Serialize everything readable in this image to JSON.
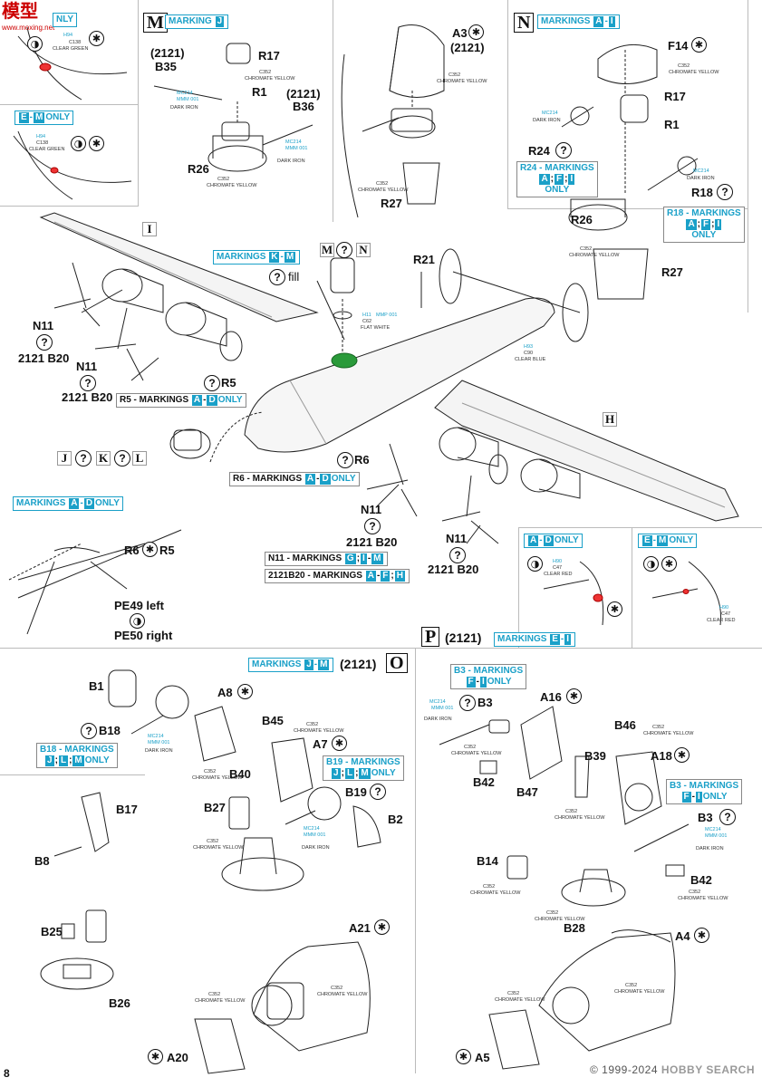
{
  "watermark": {
    "cn": "模型",
    "site": "www.moxing.net"
  },
  "page_number": "8",
  "footer": {
    "brand": "HOBBY SEARCH",
    "prefix": "© 1999-2024 "
  },
  "sections": {
    "M": "M",
    "N": "N",
    "I": "I",
    "H": "H",
    "O": "O",
    "P": "P",
    "J": "J",
    "K": "K",
    "L": "L"
  },
  "top_left": {
    "only_text": "NLY",
    "color_c138": "C138",
    "color_c138_name": "CLEAR GREEN",
    "em_only": "E - M ONLY",
    "em_e": "E",
    "em_m": "M",
    "em_only_word": "ONLY",
    "c138b": "C138",
    "c138b_name": "CLEAR GREEN",
    "h94": "H94"
  },
  "m_sec": {
    "marking": "MARKING",
    "marking_letter": "J",
    "p2121a": "(2121)",
    "b35": "B35",
    "r17": "R17",
    "c352a": "C352",
    "c352a_name": "CHROMATE YELLOW",
    "r1": "R1",
    "p2121b": "(2121)",
    "b36": "B36",
    "mc214a": "MC214",
    "mmm001a": "MMM 001",
    "dark_iron_a": "DARK IRON",
    "mc214b": "MC214",
    "mmm001b": "MMM 001",
    "dark_iron_b": "DARK IRON",
    "r26": "R26",
    "c352b": "C352",
    "c352b_name": "CHROMATE YELLOW"
  },
  "a3_sec": {
    "a3": "A3",
    "p2121": "(2121)",
    "c352a": "C352",
    "c352a_name": "CHROMATE YELLOW",
    "c352b": "C352",
    "c352b_name": "CHROMATE YELLOW",
    "r27": "R27"
  },
  "n_sec": {
    "markings": "MARKINGS",
    "a": "A",
    "i": "I",
    "f14": "F14",
    "c352a": "C352",
    "c352a_name": "CHROMATE YELLOW",
    "r17": "R17",
    "mc214": "MC214",
    "dark_iron": "DARK IRON",
    "r1": "R1",
    "r24": "R24",
    "r24_mark": "R24 - MARKINGS",
    "r24_a": "A",
    "r24_f": "F",
    "r24_i": "I",
    "r24_only": "ONLY",
    "mc214b": "MC214",
    "dark_iron_b": "DARK IRON",
    "r18": "R18",
    "r18_mark": "R18 - MARKINGS",
    "r18_a": "A",
    "r18_f": "F",
    "r18_i": "I",
    "r18_only": "ONLY",
    "r26": "R26",
    "c352b": "C352",
    "c352b_name": "CHROMATE YELLOW",
    "r27": "R27"
  },
  "main": {
    "markings_km": "MARKINGS",
    "k": "K",
    "m": "M",
    "fill": "fill",
    "mn_m": "M",
    "mn_n": "N",
    "r21": "R21",
    "h11": "H11",
    "mmp001": "MMP 001",
    "c62": "C62",
    "c62_name": "FLAT WHITE",
    "h93": "H93",
    "c90": "C90",
    "c90_name": "CLEAR BLUE",
    "n11a": "N11",
    "b20a": "2121 B20",
    "n11b": "N11",
    "b20b": "2121 B20",
    "r5": "R5",
    "r5_mark": "R5 - MARKINGS",
    "r5_a": "A",
    "r5_d": "D",
    "r5_only": "ONLY",
    "r6": "R6",
    "r6_mark": "R6 - MARKINGS",
    "r6_a": "A",
    "r6_d": "D",
    "r6_only": "ONLY",
    "n11c": "N11",
    "b20c": "2121 B20",
    "n11d": "N11",
    "b20d": "2121 B20",
    "n11_mark": "N11 - MARKINGS",
    "n11_g": "G",
    "n11_i": "I",
    "n11_m": "M",
    "b20_mark": "2121B20 - MARKINGS",
    "b20_a": "A",
    "b20_f": "F",
    "b20_h": "H"
  },
  "ad_box": {
    "markings": "MARKINGS",
    "a": "A",
    "d": "D",
    "only": "ONLY",
    "r6": "R6",
    "r5": "R5",
    "pe49": "PE49 left",
    "pe50": "PE50 right"
  },
  "ad_small": {
    "a": "A",
    "d": "D",
    "only": "ONLY",
    "h90": "H90",
    "c47": "C47",
    "c47_name": "CLEAR RED"
  },
  "em_small": {
    "e": "E",
    "m": "M",
    "only": "ONLY",
    "h90": "H90",
    "c47": "C47",
    "c47_name": "CLEAR RED"
  },
  "o_sec": {
    "markings": "MARKINGS",
    "j": "J",
    "m": "M",
    "p2121": "(2121)",
    "b1": "B1",
    "a8": "A8",
    "b18": "B18",
    "mc214": "MC214",
    "mmm001": "MMM 001",
    "dark_iron": "DARK IRON",
    "b18_mark": "B18 - MARKINGS",
    "b18_j": "J",
    "b18_l": "L",
    "b18_m": "M",
    "b18_only": "ONLY",
    "b45": "B45",
    "c352a": "C352",
    "c352a_name": "CHROMATE YELLOW",
    "a7": "A7",
    "b40": "B40",
    "c352b": "C352",
    "c352b_name": "CHROMATE YELLOW",
    "b19_mark": "B19 - MARKINGS",
    "b19_j": "J",
    "b19_l": "L",
    "b19_m": "M",
    "b19_only": "ONLY",
    "b17": "B17",
    "b27": "B27",
    "b19": "B19",
    "b2": "B2",
    "c352c": "C352",
    "c352c_name": "CHROMATE YELLOW",
    "mc214b": "MC214",
    "mmm001b": "MMM 001",
    "dark_iron_b": "DARK IRON",
    "b8": "B8",
    "b25": "B25",
    "b26": "B26",
    "a21": "A21",
    "c352d": "C352",
    "c352d_name": "CHROMATE YELLOW",
    "c352e": "C352",
    "c352e_name": "CHROMATE YELLOW",
    "a20": "A20"
  },
  "p_sec": {
    "p2121": "(2121)",
    "markings": "MARKINGS",
    "e": "E",
    "i": "I",
    "b3_mark": "B3 - MARKINGS",
    "b3_f": "F",
    "b3_i": "I",
    "b3_only": "ONLY",
    "b3": "B3",
    "a16": "A16",
    "mc214": "MC214",
    "mmm001": "MMM 001",
    "dark_iron": "DARK IRON",
    "b46": "B46",
    "c352a": "C352",
    "c352a_name": "CHROMATE YELLOW",
    "c352b": "C352",
    "c352b_name": "CHROMATE YELLOW",
    "b39": "B39",
    "a18": "A18",
    "b42": "B42",
    "b47": "B47",
    "b3b_mark": "B3 - MARKINGS",
    "b3b_f": "F",
    "b3b_i": "I",
    "b3b_only": "ONLY",
    "c352c": "C352",
    "c352c_name": "CHROMATE YELLOW",
    "b3b": "B3",
    "mc214b": "MC214",
    "mmm001b": "MMM 001",
    "dark_iron_b": "DARK IRON",
    "b14": "B14",
    "c352d": "C352",
    "c352d_name": "CHROMATE YELLOW",
    "b42b": "B42",
    "c352e": "C352",
    "c352e_name": "CHROMATE YELLOW",
    "c352f": "C352",
    "c352f_name": "CHROMATE YELLOW",
    "b28": "B28",
    "a4": "A4",
    "c352g": "C352",
    "c352g_name": "CHROMATE YELLOW",
    "c352h": "C352",
    "c352h_name": "CHROMATE YELLOW",
    "a5": "A5"
  }
}
